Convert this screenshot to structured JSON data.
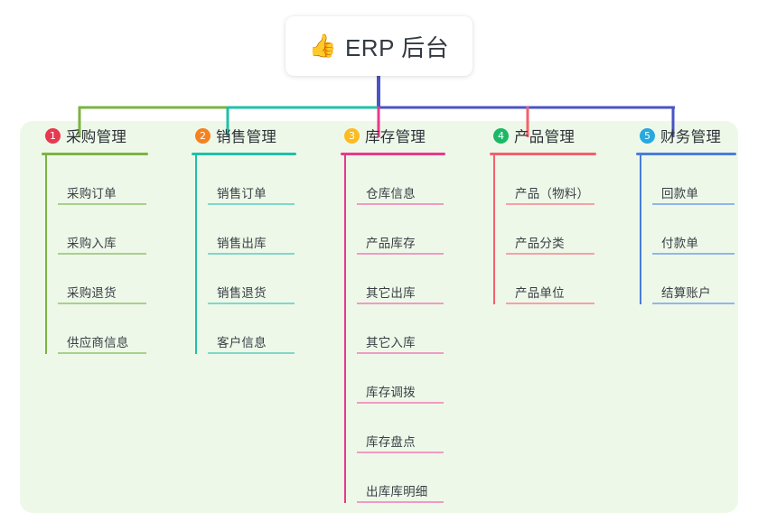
{
  "root": {
    "icon": "thumbs-up-icon",
    "emoji": "👍",
    "title": "ERP 后台"
  },
  "panel": {
    "background_color": "#eef8e9"
  },
  "connector_colors": {
    "root_stem": "#4a54c4",
    "segment_1": "#7cb342",
    "segment_2": "#1fc0a8",
    "segment_3": "#4a54c4",
    "drop_1": "#7cb342",
    "drop_2": "#1fc0a8",
    "drop_3": "#e8398b",
    "drop_4": "#f4606c",
    "drop_5": "#4a54c4"
  },
  "columns": [
    {
      "number": "1",
      "badge_color": "#e8384f",
      "title": "采购管理",
      "line_color": "#7cb342",
      "light_line_color": "#a8d08d",
      "items": [
        {
          "label": "采购订单"
        },
        {
          "label": "采购入库"
        },
        {
          "label": "采购退货"
        },
        {
          "label": "供应商信息"
        }
      ]
    },
    {
      "number": "2",
      "badge_color": "#f5821f",
      "title": "销售管理",
      "line_color": "#1fc0a8",
      "light_line_color": "#7fd8cb",
      "items": [
        {
          "label": "销售订单"
        },
        {
          "label": "销售出库"
        },
        {
          "label": "销售退货"
        },
        {
          "label": "客户信息"
        }
      ]
    },
    {
      "number": "3",
      "badge_color": "#fabc22",
      "title": "库存管理",
      "line_color": "#e8398b",
      "light_line_color": "#f09bc4",
      "items": [
        {
          "label": "仓库信息"
        },
        {
          "label": "产品库存"
        },
        {
          "label": "其它出库"
        },
        {
          "label": "其它入库"
        },
        {
          "label": "库存调拨"
        },
        {
          "label": "库存盘点"
        },
        {
          "label": "出库库明细"
        }
      ]
    },
    {
      "number": "4",
      "badge_color": "#1ab966",
      "title": "产品管理",
      "line_color": "#f4606c",
      "light_line_color": "#f7a0a6",
      "items": [
        {
          "label": "产品（物料）"
        },
        {
          "label": "产品分类"
        },
        {
          "label": "产品单位"
        }
      ]
    },
    {
      "number": "5",
      "badge_color": "#25a9e0",
      "title": "财务管理",
      "line_color": "#4a7ddb",
      "light_line_color": "#93b5ec",
      "items": [
        {
          "label": "回款单"
        },
        {
          "label": "付款单"
        },
        {
          "label": "结算账户"
        }
      ]
    }
  ]
}
